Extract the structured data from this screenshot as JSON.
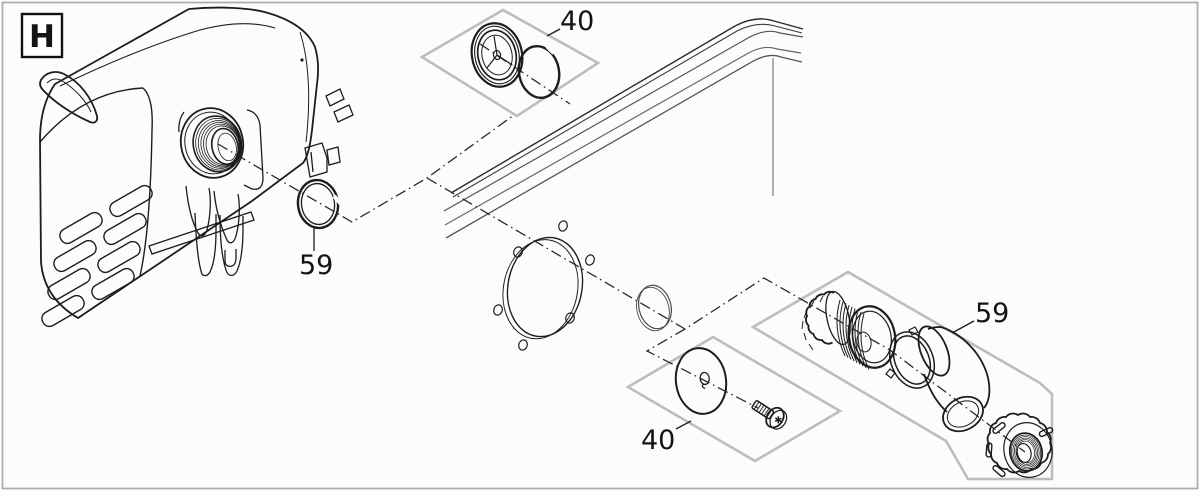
{
  "page": {
    "background": "#fcfcfc",
    "border_color": "#aeaeae"
  },
  "diagram": {
    "section_label": "H",
    "callouts": [
      {
        "id": "40-top",
        "label": "40"
      },
      {
        "id": "59-left",
        "label": "59"
      },
      {
        "id": "59-right",
        "label": "59"
      },
      {
        "id": "40-bottom",
        "label": "40"
      }
    ],
    "colors": {
      "line": "#1c1c1c",
      "kit_box": "#bdbdbd",
      "centerline": "#2a2a2a"
    }
  }
}
